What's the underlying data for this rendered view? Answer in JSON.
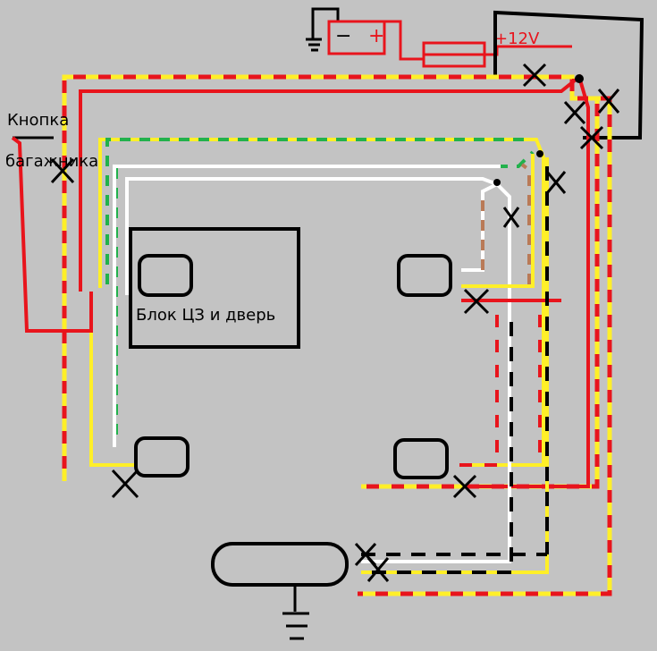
{
  "labels": {
    "trunk_button_line1": "Кнопка",
    "trunk_button_line2": "багажника",
    "central_lock_block": "Блок ЦЗ и дверь",
    "voltage": "+12V",
    "battery_minus": "−",
    "battery_plus": "+"
  },
  "colors": {
    "background": "#c3c3c3",
    "red": "#e8141c",
    "yellow": "#ffef28",
    "green": "#22b14c",
    "white": "#ffffff",
    "black": "#000000",
    "brown": "#b97a57"
  }
}
